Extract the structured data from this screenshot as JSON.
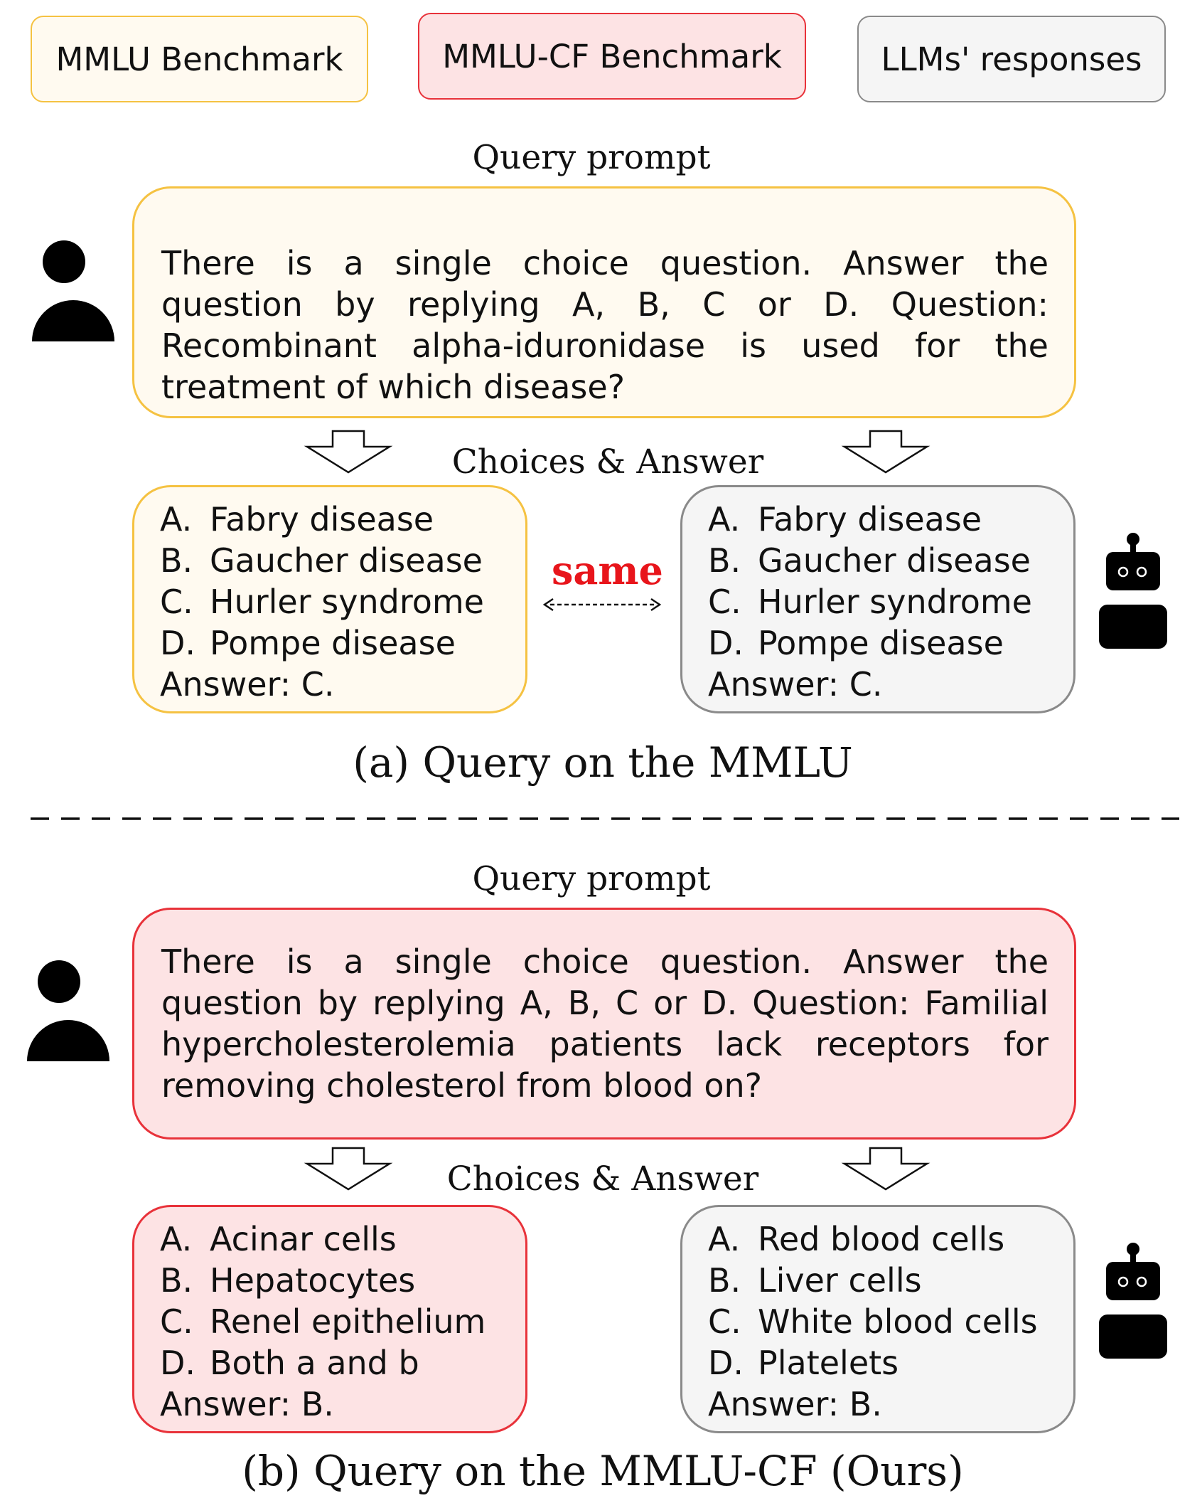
{
  "legend": {
    "mmlu": "MMLU Benchmark",
    "mmlu_cf": "MMLU-CF Benchmark",
    "llm": "LLMs' responses"
  },
  "colors": {
    "mmlu_fill": "#fffaf0",
    "mmlu_border": "#f5c242",
    "cf_fill": "#fde3e4",
    "cf_border": "#e8323a",
    "llm_fill": "#f5f5f5",
    "llm_border": "#8a8a8a",
    "same_text": "#e8151b"
  },
  "section_a": {
    "query_heading": "Query prompt",
    "question": "There is a single choice question. Answer the question by replying A, B, C or D. Question: Recombinant alpha-iduronidase is used for the treatment of which disease?",
    "choices_heading": "Choices & Answer",
    "benchmark_choices": [
      {
        "letter": "A.",
        "text": "Fabry disease"
      },
      {
        "letter": "B.",
        "text": "Gaucher disease"
      },
      {
        "letter": "C.",
        "text": "Hurler syndrome"
      },
      {
        "letter": "D.",
        "text": "Pompe disease"
      }
    ],
    "benchmark_answer": "Answer: C.",
    "same_label": "same",
    "llm_choices": [
      {
        "letter": "A.",
        "text": "Fabry disease"
      },
      {
        "letter": "B.",
        "text": "Gaucher disease"
      },
      {
        "letter": "C.",
        "text": "Hurler syndrome"
      },
      {
        "letter": "D.",
        "text": "Pompe disease"
      }
    ],
    "llm_answer": "Answer: C.",
    "caption": "(a) Query on the MMLU"
  },
  "section_b": {
    "query_heading": "Query prompt",
    "question": "There is a single choice question. Answer the question by replying A, B, C or D. Question: Familial hypercholesterolemia patients lack receptors for removing cholesterol from blood on?",
    "choices_heading": "Choices & Answer",
    "benchmark_choices": [
      {
        "letter": "A.",
        "text": "Acinar cells"
      },
      {
        "letter": "B.",
        "text": "Hepatocytes"
      },
      {
        "letter": "C.",
        "text": "Renel epithelium"
      },
      {
        "letter": "D.",
        "text": "Both a and b"
      }
    ],
    "benchmark_answer": "Answer: B.",
    "llm_choices": [
      {
        "letter": "A.",
        "text": "Red blood cells"
      },
      {
        "letter": "B.",
        "text": "Liver cells"
      },
      {
        "letter": "C.",
        "text": "White blood cells"
      },
      {
        "letter": "D.",
        "text": "Platelets"
      }
    ],
    "llm_answer": "Answer: B.",
    "caption": "(b) Query on the MMLU-CF (Ours)"
  },
  "icons": {
    "user": "person-icon",
    "llm": "robot-icon",
    "flow": "hollow-down-arrow-icon"
  }
}
